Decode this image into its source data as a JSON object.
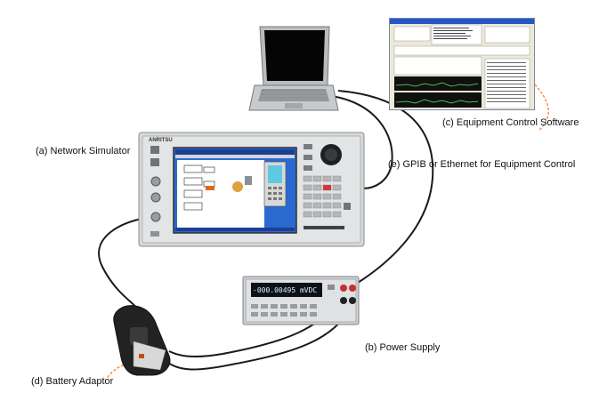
{
  "labels": {
    "network_simulator": "(a) Network Simulator",
    "power_supply": "(b) Power Supply",
    "control_software": "(c) Equipment Control Software",
    "battery_adaptor": "(d) Battery Adaptor",
    "gpib_ethernet": "(e) GPIB or Ethernet for Equipment Control"
  },
  "devices": {
    "simulator_brand": "ANRITSU",
    "power_supply_display": "-000.00495 mVDC"
  },
  "colors": {
    "cable": "#1a1a1a",
    "leader": "#f07820",
    "simulator_body": "#d6d8da",
    "simulator_screen": "#2a6ad0",
    "laptop_body": "#b9bcbf",
    "laptop_screen": "#050505",
    "supply_display_text": "#d8f0ff",
    "adaptor_body": "#222222"
  }
}
